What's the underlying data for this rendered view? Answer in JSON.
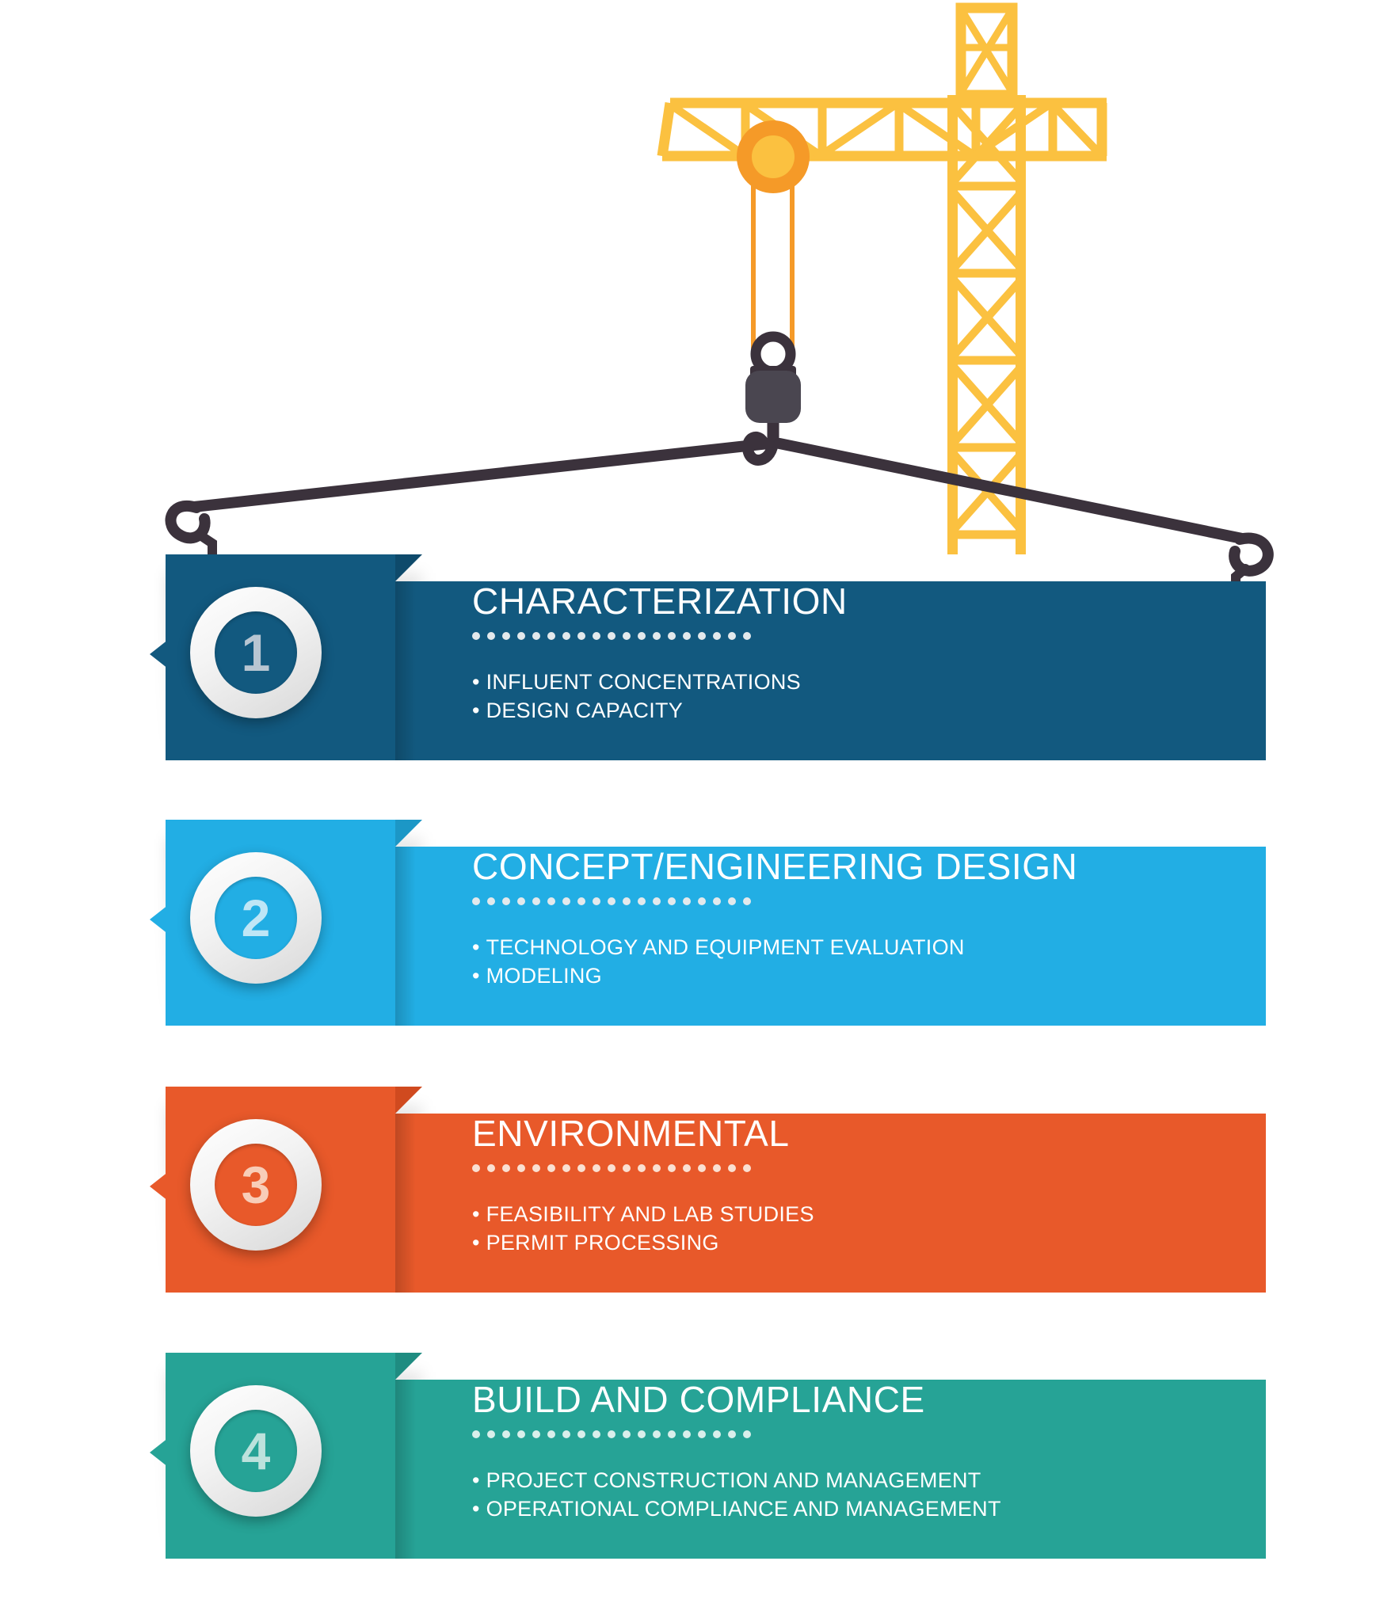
{
  "illustration": {
    "crane_label": "tower-crane",
    "colors": {
      "jib_yellow": "#FBC140",
      "pulley_orange": "#F59A28",
      "cable_orange": "#F59A28",
      "hook_dark": "#3B323C",
      "rigging_dark": "#3B323C"
    }
  },
  "palette": {
    "step1": "#12597F",
    "step1_dark": "#0E4A6B",
    "step1_num": "#B8C6D2",
    "step2": "#22AEE4",
    "step2_dark": "#1C97C6",
    "step2_num": "#BFE6F6",
    "step3": "#E8592A",
    "step3_dark": "#D04A1F",
    "step3_num": "#F8CDB8",
    "step4": "#26A396",
    "step4_dark": "#1F8C81",
    "step4_num": "#BCE2DC",
    "dot_light": "#E3E9EC",
    "white": "#FFFFFF"
  },
  "steps": [
    {
      "number": "1",
      "title": "CHARACTERIZATION",
      "bullets": [
        "INFLUENT CONCENTRATIONS",
        "DESIGN CAPACITY"
      ],
      "color": "#12597F",
      "color_dark": "#0E4A6B",
      "number_color": "#B8C6D2",
      "dots": 19
    },
    {
      "number": "2",
      "title": "CONCEPT/ENGINEERING DESIGN",
      "bullets": [
        "TECHNOLOGY AND EQUIPMENT EVALUATION",
        "MODELING"
      ],
      "color": "#22AEE4",
      "color_dark": "#1C97C6",
      "number_color": "#BFE6F6",
      "dots": 19
    },
    {
      "number": "3",
      "title": "ENVIRONMENTAL",
      "bullets": [
        "FEASIBILITY AND LAB STUDIES",
        "PERMIT PROCESSING"
      ],
      "color": "#E8592A",
      "color_dark": "#D04A1F",
      "number_color": "#F8CDB8",
      "dots": 19
    },
    {
      "number": "4",
      "title": "BUILD AND COMPLIANCE",
      "bullets": [
        "PROJECT CONSTRUCTION AND MANAGEMENT",
        "OPERATIONAL COMPLIANCE AND MANAGEMENT"
      ],
      "color": "#26A396",
      "color_dark": "#1F8C81",
      "number_color": "#BCE2DC",
      "dots": 19
    }
  ]
}
